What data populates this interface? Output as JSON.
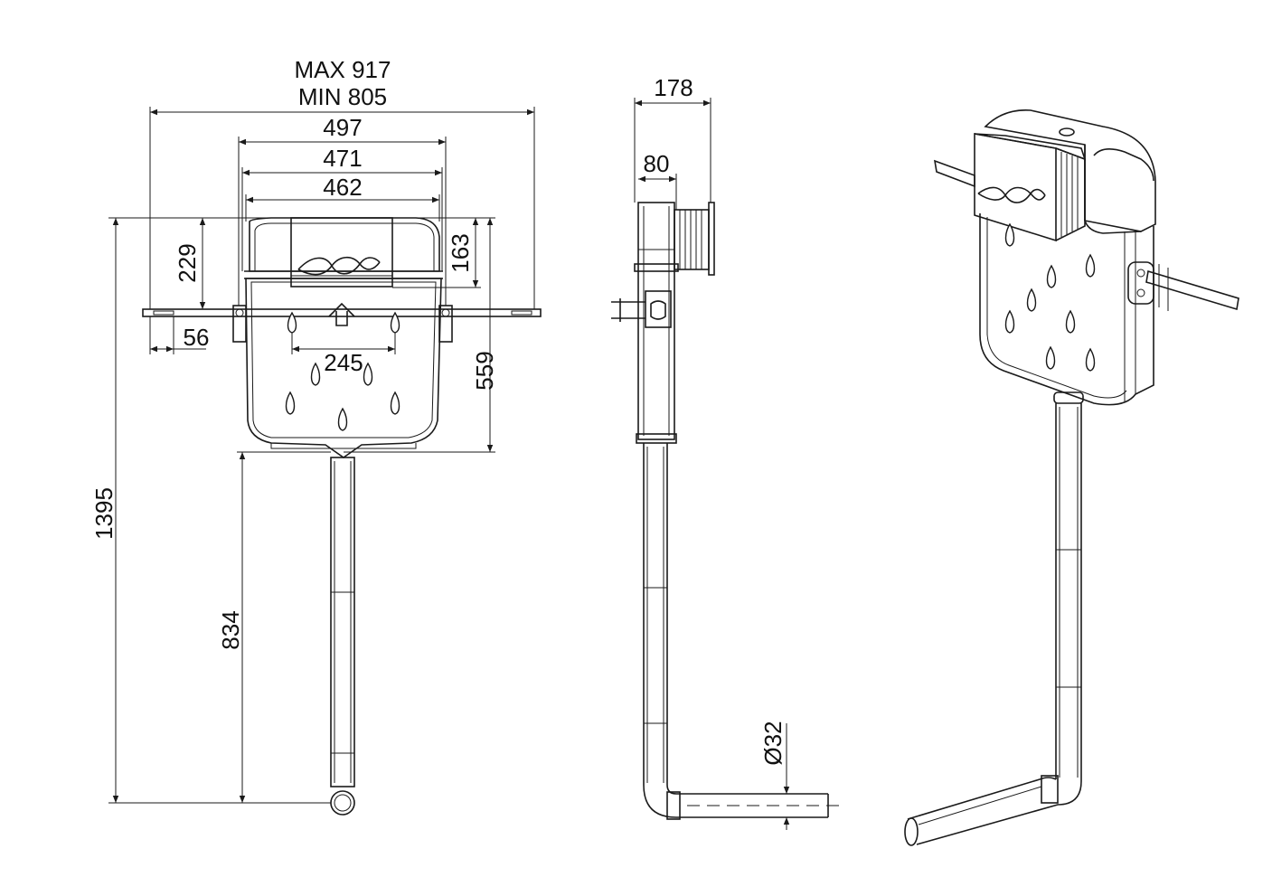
{
  "dimensions": {
    "max_width": "MAX 917",
    "min_width": "MIN 805",
    "width_497": "497",
    "width_471": "471",
    "width_462": "462",
    "height_229": "229",
    "height_163": "163",
    "offset_56": "56",
    "spacing_245": "245",
    "height_559": "559",
    "total_height": "1395",
    "pipe_length": "834",
    "depth_178": "178",
    "depth_80": "80",
    "pipe_diameter": "Ø32"
  },
  "icons": {
    "logo": "wave-logo-icon",
    "arrow": "arrow-up-icon",
    "drops": "water-drop-icon"
  },
  "colors": {
    "line": "#1a1a1a",
    "background": "#ffffff"
  }
}
